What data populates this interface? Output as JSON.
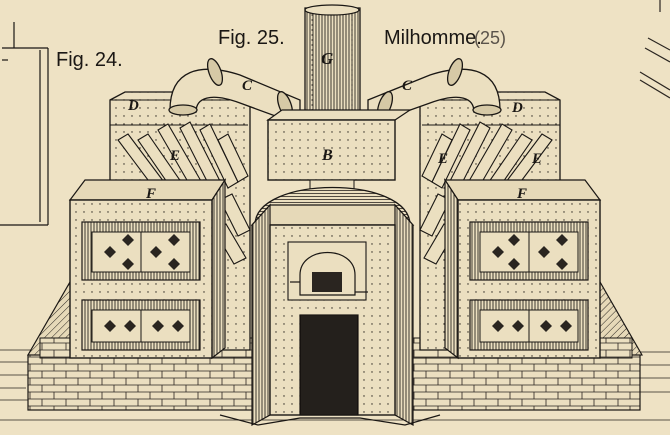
{
  "captions": {
    "fig24": "Fig. 24.",
    "fig25": "Fig. 25.",
    "author": "Milhomme.",
    "plate_number": "(25)"
  },
  "parts": {
    "G": "G",
    "C": "C",
    "D": "D",
    "B": "B",
    "E": "E",
    "F": "F"
  },
  "colors": {
    "paper": "#eee2c4",
    "ink": "#1a1714"
  }
}
